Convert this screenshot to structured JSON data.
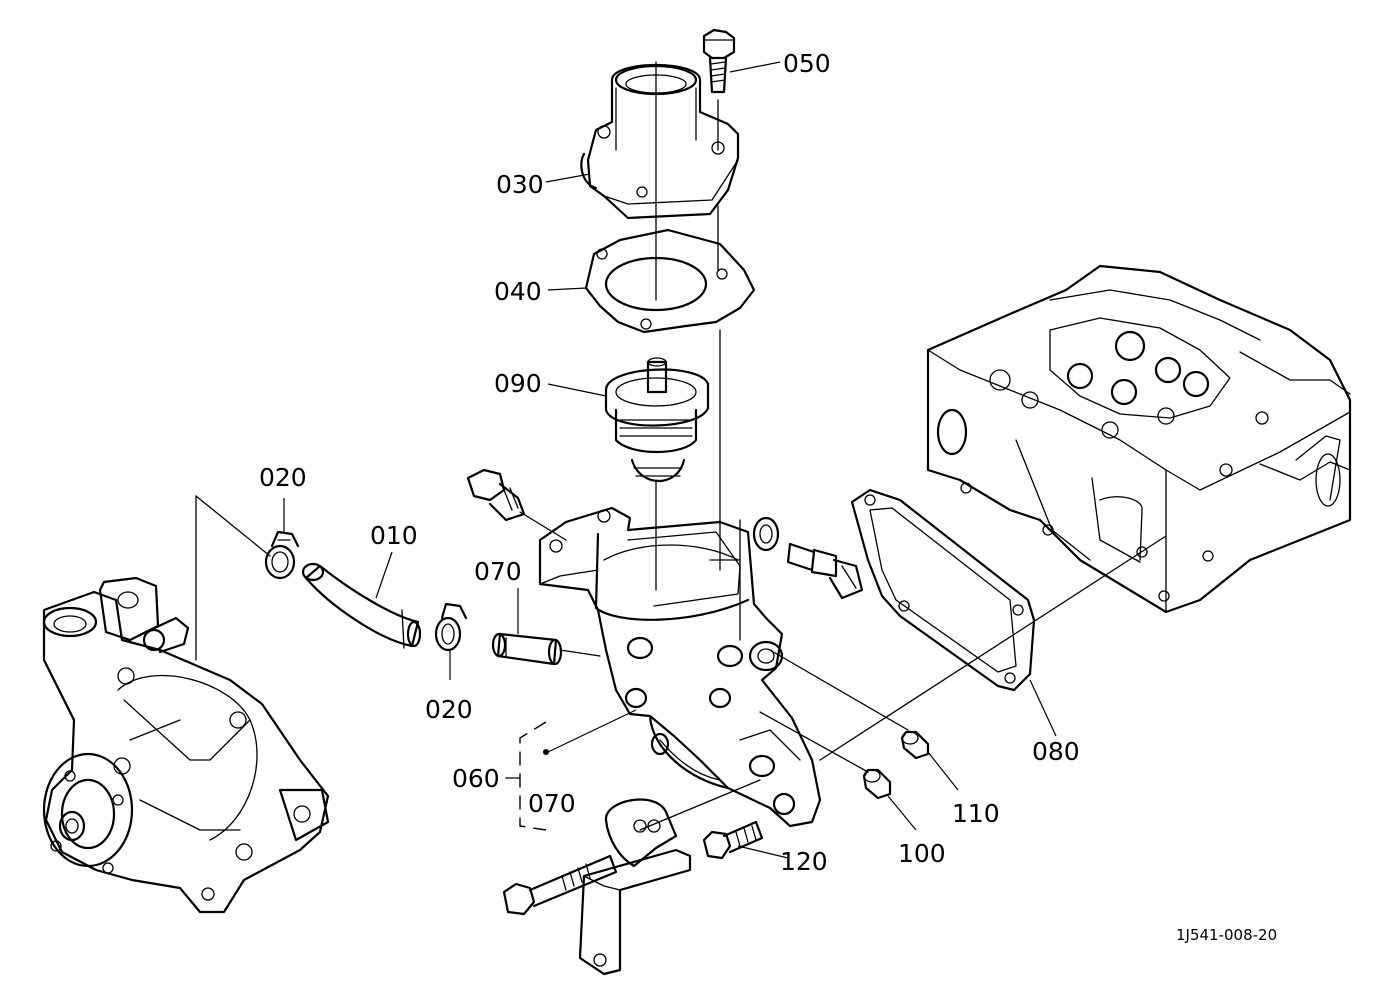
{
  "labels": {
    "p010": "010",
    "p020a": "020",
    "p020b": "020",
    "p030": "030",
    "p040": "040",
    "p050": "050",
    "p060": "060",
    "p070a": "070",
    "p070b": "070",
    "p080": "080",
    "p090": "090",
    "p100": "100",
    "p110": "110",
    "p120": "120"
  },
  "drawing_code": "1J541-008-20"
}
